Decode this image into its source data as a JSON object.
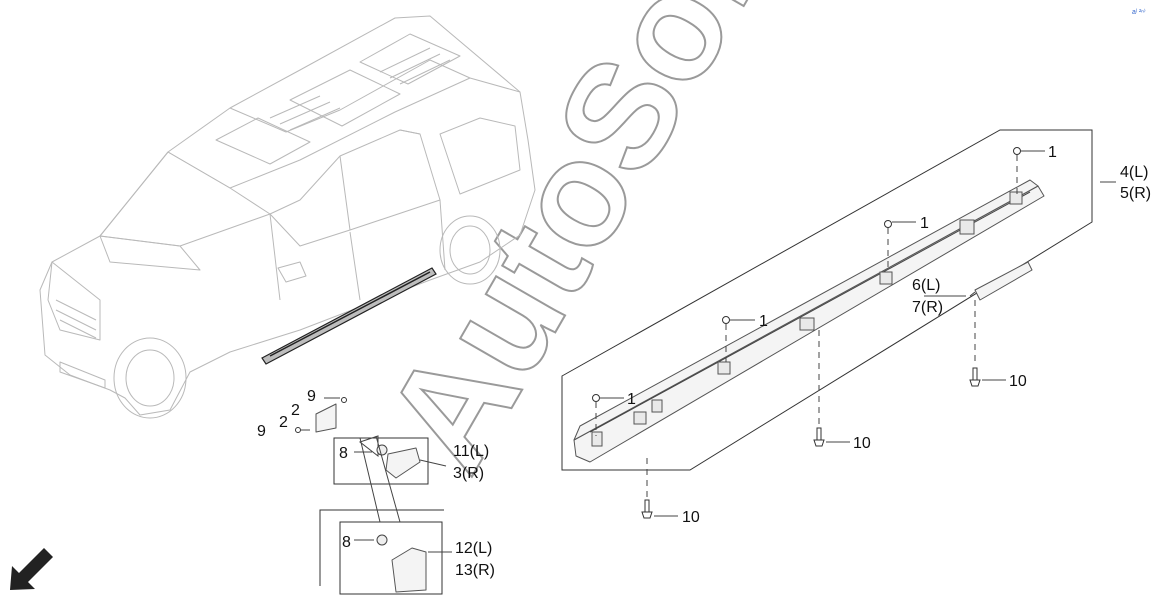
{
  "watermark": "AutoSoft",
  "corner_mark": "aˡ ²ⁿ⁾",
  "callouts": [
    {
      "id": "clip-1-a",
      "text": "1"
    },
    {
      "id": "clip-1-b",
      "text": "1"
    },
    {
      "id": "clip-1-c",
      "text": "1"
    },
    {
      "id": "clip-1-d",
      "text": "1"
    },
    {
      "id": "sill-left",
      "text": "4(L)"
    },
    {
      "id": "sill-right",
      "text": "5(R)"
    },
    {
      "id": "moulding-left",
      "text": "6(L)"
    },
    {
      "id": "moulding-right",
      "text": "7(R)"
    },
    {
      "id": "bolt-10-a",
      "text": "10"
    },
    {
      "id": "bolt-10-b",
      "text": "10"
    },
    {
      "id": "bolt-10-c",
      "text": "10"
    },
    {
      "id": "screw-9-a",
      "text": "9"
    },
    {
      "id": "screw-9-b",
      "text": "9"
    },
    {
      "id": "bracket-2-a",
      "text": "2"
    },
    {
      "id": "bracket-2-b",
      "text": "2"
    },
    {
      "id": "nut-8-a",
      "text": "8"
    },
    {
      "id": "nut-8-b",
      "text": "8"
    },
    {
      "id": "garnish-front-left",
      "text": "11(L)"
    },
    {
      "id": "garnish-front-right",
      "text": "3(R)"
    },
    {
      "id": "garnish-rear-left",
      "text": "12(L)"
    },
    {
      "id": "garnish-rear-right",
      "text": "13(R)"
    }
  ]
}
